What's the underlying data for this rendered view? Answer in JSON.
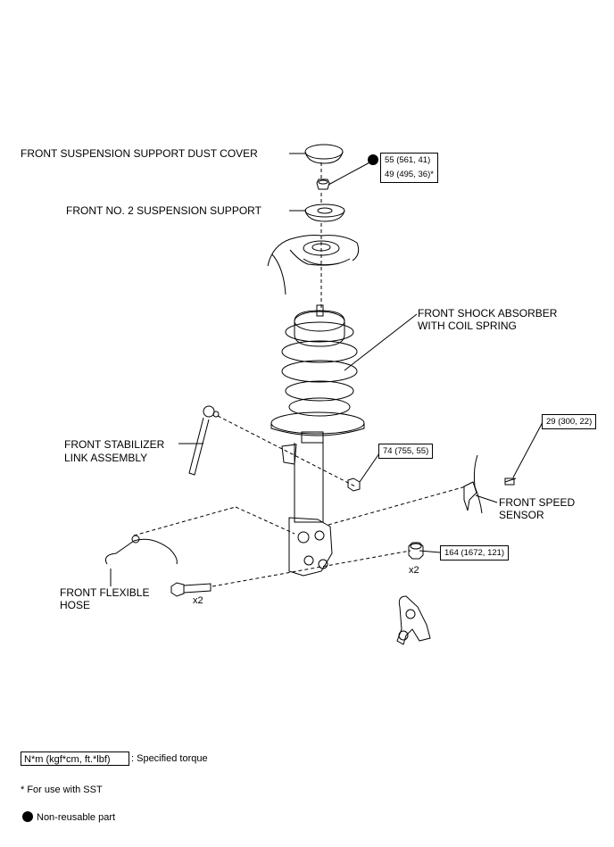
{
  "labels": {
    "dust_cover": "FRONT SUSPENSION SUPPORT DUST COVER",
    "no2_support": "FRONT NO. 2 SUSPENSION SUPPORT",
    "shock_absorber_1": "FRONT SHOCK ABSORBER",
    "shock_absorber_2": "WITH COIL SPRING",
    "stabilizer_1": "FRONT STABILIZER",
    "stabilizer_2": "LINK ASSEMBLY",
    "speed_sensor_1": "FRONT SPEED",
    "speed_sensor_2": "SENSOR",
    "flexible_hose_1": "FRONT FLEXIBLE",
    "flexible_hose_2": "HOSE"
  },
  "torques": {
    "nut_top_1": "55 (561, 41)",
    "nut_top_2": "49 (495, 36)*",
    "stabilizer_nut": "74 (755, 55)",
    "sensor_bolt": "29 (300, 22)",
    "knuckle_nut": "164 (1672, 121)"
  },
  "quantities": {
    "knuckle_nut": "x2",
    "knuckle_bolt": "x2"
  },
  "legend": {
    "torque_unit": "N*m (kgf*cm, ft.*lbf)",
    "torque_desc": ": Specified torque",
    "sst_note": "* For use with SST",
    "nonreusable": "Non-reusable part"
  },
  "colors": {
    "line": "#000000",
    "background": "#ffffff"
  }
}
